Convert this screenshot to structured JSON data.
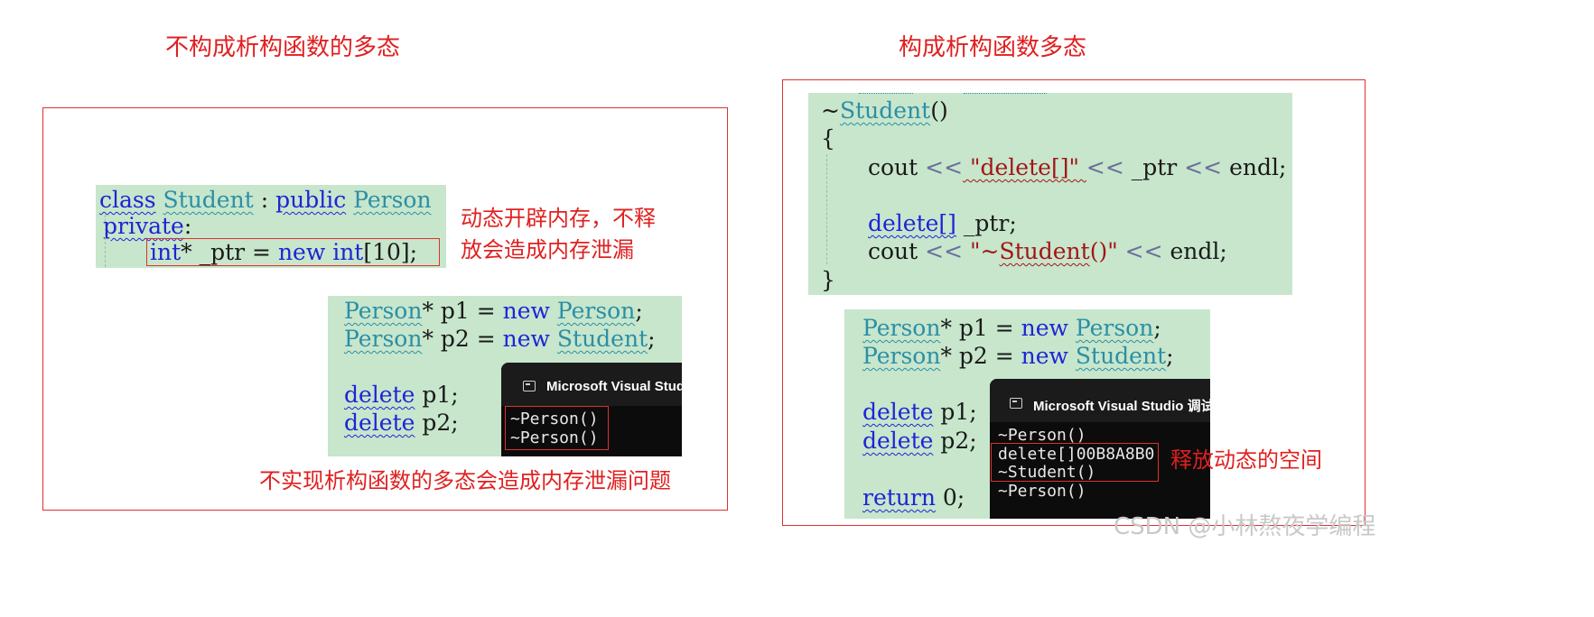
{
  "left": {
    "title": "不构成析构函数的多态",
    "class_code": {
      "line1": {
        "kw_class": "class",
        "name": "Student",
        "colon": ":",
        "kw_public": "public",
        "base": "Person"
      },
      "line2": {
        "kw_private": "private",
        "colon": ":"
      },
      "line3": {
        "kw_int": "int",
        "star_ptr": "* _ptr = ",
        "kw_new": "new",
        "kw_int2": "int",
        "rest": "[10];"
      }
    },
    "leak_note": {
      "line1": "动态开辟内存，不释",
      "line2": "放会造成内存泄漏"
    },
    "main_code": {
      "line1": {
        "type1": "Person",
        "mid": "* p1 = ",
        "kw_new": "new",
        "type2": "Person",
        "end": ";"
      },
      "line2": {
        "type1": "Person",
        "mid": "* p2 = ",
        "kw_new": "new",
        "type2": "Student",
        "end": ";"
      },
      "line3": {
        "kw_delete": "delete",
        "rest": " p1;"
      },
      "line4": {
        "kw_delete": "delete",
        "rest": " p2;"
      }
    },
    "console": {
      "title": "Microsoft Visual Studio i",
      "lines": [
        "~Person()",
        "~Person()"
      ]
    },
    "caption": "不实现析构函数的多态会造成内存泄漏问题"
  },
  "right": {
    "title": "构成析构函数多态",
    "dtor_code": {
      "line1": {
        "tilde": "~",
        "name": "Student",
        "parens": "()"
      },
      "line2": "{",
      "line3": {
        "cout": "cout ",
        "op1": "<<",
        "str": " \"delete[]\" ",
        "op2": "<<",
        "ptr": " _ptr ",
        "op3": "<<",
        "endl": " endl;"
      },
      "line4": {
        "kw_delete": "delete[]",
        "rest": " _ptr;"
      },
      "line5": {
        "cout": "cout ",
        "op1": "<<",
        "str_a": " \"~",
        "str_name": "Student",
        "str_b": "()\" ",
        "op2": "<<",
        "endl": " endl;"
      },
      "line6": "}"
    },
    "main_code": {
      "line1": {
        "type1": "Person",
        "mid": "* p1 = ",
        "kw_new": "new",
        "type2": "Person",
        "end": ";"
      },
      "line2": {
        "type1": "Person",
        "mid": "* p2 = ",
        "kw_new": "new",
        "type2": "Student",
        "end": ";"
      },
      "line3": {
        "kw_delete": "delete",
        "rest": " p1;"
      },
      "line4": {
        "kw_delete": "delete",
        "rest": " p2;"
      },
      "line5": {
        "kw_return": "return",
        "rest": " 0;"
      }
    },
    "console": {
      "title": "Microsoft Visual Studio 调试控",
      "lines": [
        "~Person()",
        "delete[]00B8A8B0",
        "~Student()",
        "~Person()"
      ]
    },
    "release_note": "释放动态的空间"
  },
  "watermark": "CSDN @小林熬夜学编程",
  "colors": {
    "accent_red": "#e02020",
    "code_bg": "#c7e6cc",
    "keyword_blue": "#1f24d6",
    "type_teal": "#2b8fa6",
    "string_red": "#a31515",
    "console_bg": "#0c0c0c"
  }
}
